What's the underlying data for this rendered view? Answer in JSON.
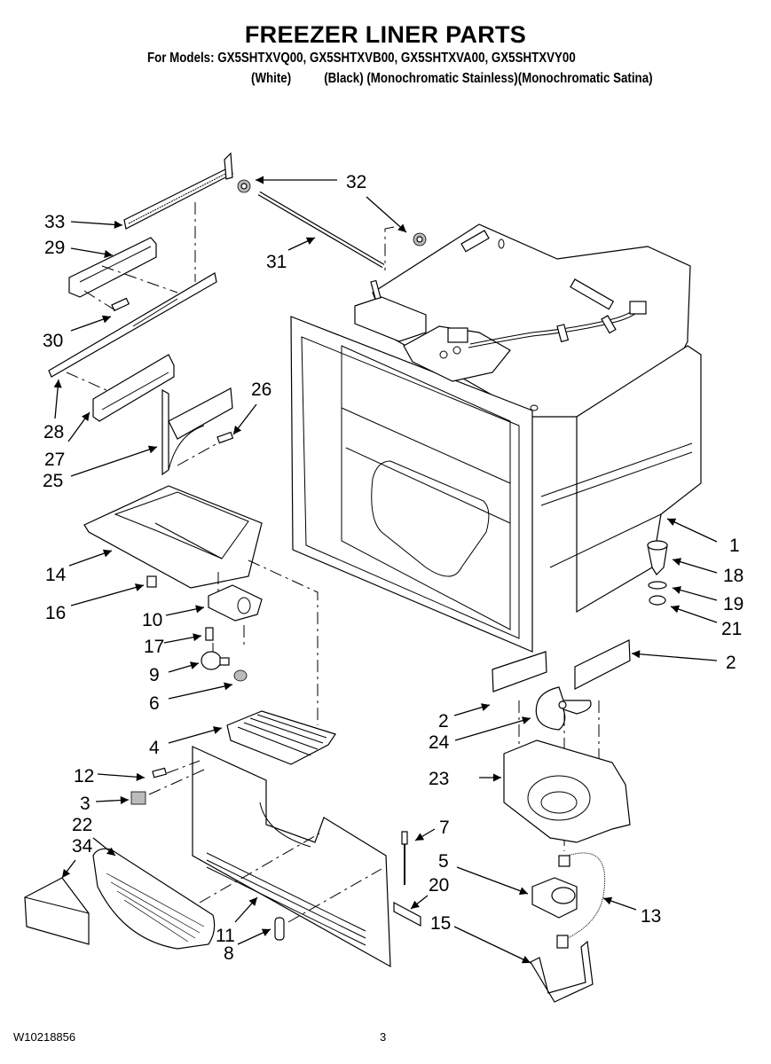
{
  "header": {
    "title": "FREEZER LINER PARTS",
    "models_line": "For Models: GX5SHTXVQ00, GX5SHTXVB00, GX5SHTXVA00, GX5SHTXVY00",
    "finishes": [
      "(White)",
      "(Black)",
      "(Monochromatic Stainless)",
      "(Monochromatic Satina)"
    ]
  },
  "callouts": [
    "1",
    "2",
    "2",
    "3",
    "4",
    "5",
    "6",
    "7",
    "8",
    "9",
    "10",
    "11",
    "12",
    "13",
    "14",
    "15",
    "16",
    "17",
    "18",
    "19",
    "20",
    "21",
    "22",
    "23",
    "24",
    "25",
    "26",
    "27",
    "28",
    "29",
    "30",
    "31",
    "32",
    "33",
    "34"
  ],
  "footer": {
    "document_number": "W10218856",
    "page_number": "3"
  }
}
